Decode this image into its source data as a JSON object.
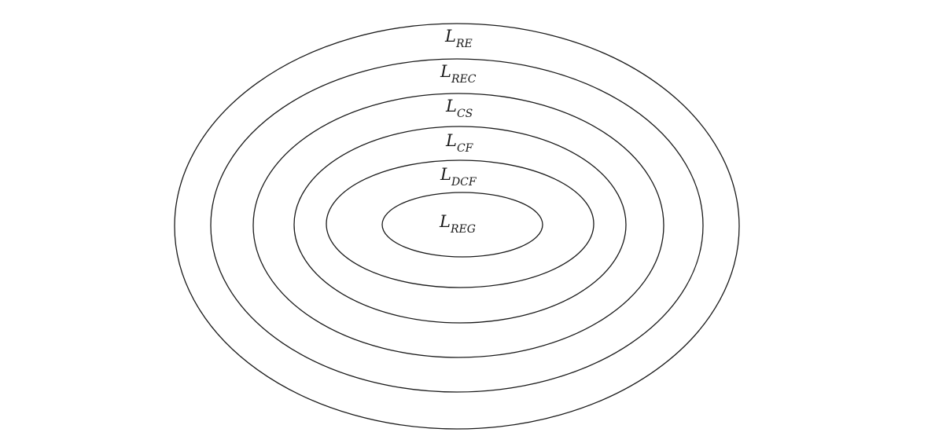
{
  "diagram": {
    "colors": {
      "stroke": "#1a1a1a",
      "background": "#ffffff"
    },
    "sets": [
      {
        "letter": "L",
        "subscript": "RE"
      },
      {
        "letter": "L",
        "subscript": "REC"
      },
      {
        "letter": "L",
        "subscript": "CS"
      },
      {
        "letter": "L",
        "subscript": "CF"
      },
      {
        "letter": "L",
        "subscript": "DCF"
      },
      {
        "letter": "L",
        "subscript": "REG"
      }
    ]
  }
}
